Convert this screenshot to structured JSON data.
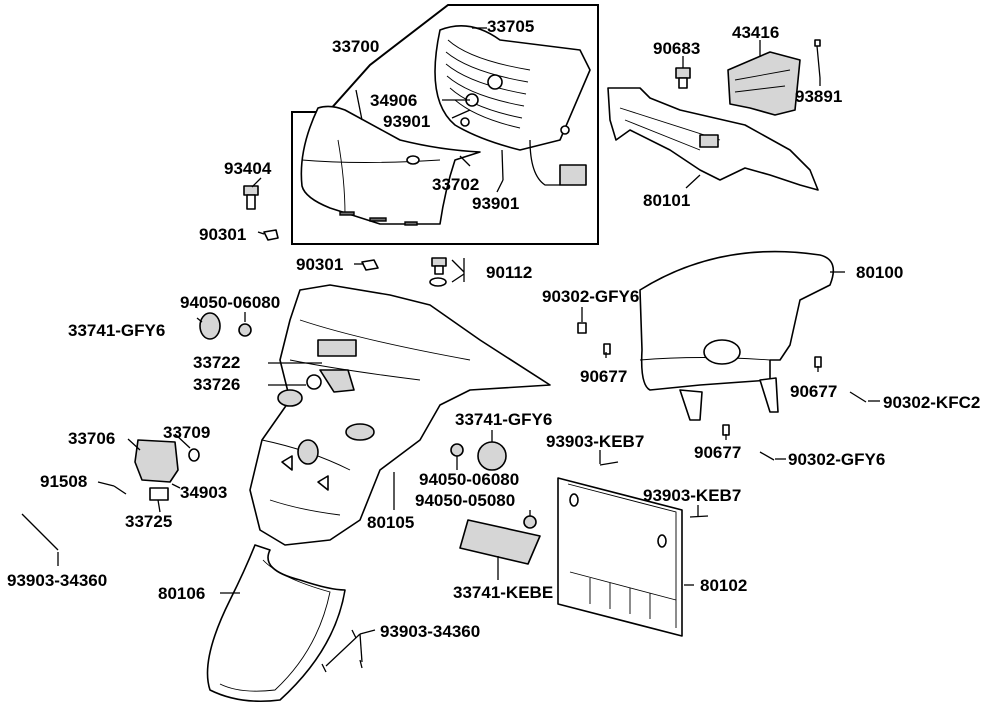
{
  "diagram": {
    "labels": {
      "p33700": "33700",
      "p33705": "33705",
      "p34906": "34906",
      "p93901a": "93901",
      "p93901b": "93901",
      "p33702": "33702",
      "p93404": "93404",
      "p90301a": "90301",
      "p90301b": "90301",
      "p90683": "90683",
      "p43416": "43416",
      "p93891": "93891",
      "p80101": "80101",
      "p90112": "90112",
      "p80100": "80100",
      "p94050_06080a": "94050-06080",
      "p33741_gfy6a": "33741-GFY6",
      "p33722": "33722",
      "p33726": "33726",
      "p90302_gfy6a": "90302-GFY6",
      "p90677a": "90677",
      "p90677b": "90677",
      "p90677c": "90677",
      "p90302_kfc2": "90302-KFC2",
      "p90302_gfy6b": "90302-GFY6",
      "p33706": "33706",
      "p33709": "33709",
      "p91508": "91508",
      "p34903": "34903",
      "p33725": "33725",
      "p33741_gfy6b": "33741-GFY6",
      "p94050_06080b": "94050-06080",
      "p94050_05080": "94050-05080",
      "p93903_keb7a": "93903-KEB7",
      "p93903_keb7b": "93903-KEB7",
      "p80105": "80105",
      "p93903_34360a": "93903-34360",
      "p80106": "80106",
      "p33741_kebe": "33741-KEBE",
      "p80102": "80102",
      "p93903_34360b": "93903-34360"
    }
  }
}
